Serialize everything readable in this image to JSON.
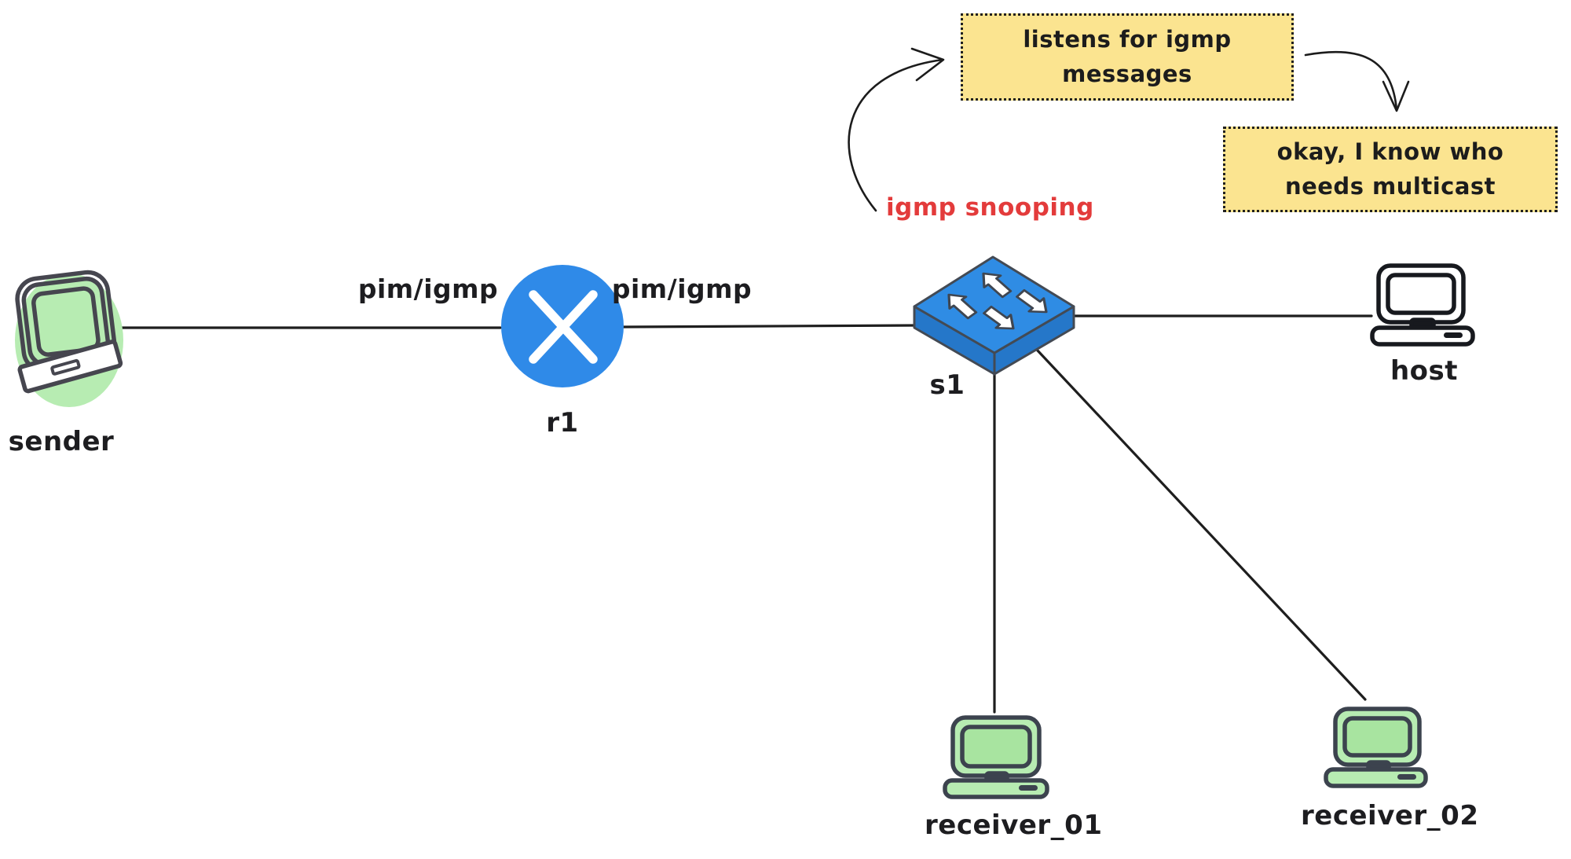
{
  "colors": {
    "background": "#ffffff",
    "ink": "#1e1e1e",
    "router_blue": "#2f8ae8",
    "switch_blue_top": "#2f8ce4",
    "switch_blue_side": "#2577c9",
    "node_green": "#b7ecb2",
    "node_green_screen": "#a8e4a0",
    "note_yellow": "#fbe490",
    "annotation_red": "#e33b3b"
  },
  "nodes": {
    "sender": {
      "label": "sender",
      "icon": "crt-computer-icon"
    },
    "r1": {
      "label": "r1",
      "icon": "router-icon"
    },
    "s1": {
      "label": "s1",
      "icon": "switch-icon"
    },
    "host": {
      "label": "host",
      "icon": "desktop-computer-icon"
    },
    "receiver_01": {
      "label": "receiver_01",
      "icon": "desktop-computer-icon"
    },
    "receiver_02": {
      "label": "receiver_02",
      "icon": "desktop-computer-icon"
    }
  },
  "links": {
    "sender_r1": {
      "label": "pim/igmp"
    },
    "r1_s1": {
      "label": "pim/igmp"
    },
    "s1_host": {},
    "s1_receiver_01": {},
    "s1_receiver_02": {}
  },
  "annotations": {
    "igmp_snooping": {
      "text": "igmp snooping"
    },
    "note_listens": {
      "lines": [
        "listens for igmp",
        "messages"
      ]
    },
    "note_okay": {
      "lines": [
        "okay, I know who",
        "needs multicast"
      ]
    }
  }
}
